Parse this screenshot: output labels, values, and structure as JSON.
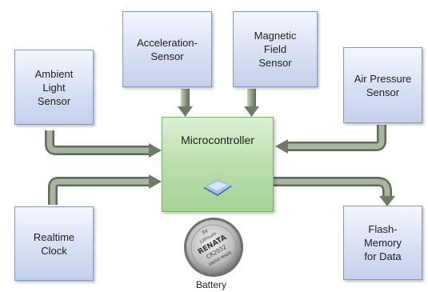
{
  "sensors": {
    "ambient_light": "Ambient\nLight\nSensor",
    "acceleration": "Acceleration-\nSensor",
    "magnetic_field": "Magnetic\nField\nSensor",
    "air_pressure": "Air Pressure\nSensor",
    "realtime_clock": "Realtime\nClock",
    "flash_memory": "Flash-\nMemory\nfor Data"
  },
  "microcontroller": {
    "label": "Microcontroller"
  },
  "battery": {
    "label": "Battery",
    "coin_text": [
      "3V",
      "Lithium",
      "RENATA",
      "CR2032",
      "SWISS MADE"
    ]
  },
  "colors": {
    "sensor_fill": "#c5d1ec",
    "sensor_border": "#8797b6",
    "microcontroller_fill": "#b9dda9",
    "arrow_fill": "#9aa88f",
    "arrow_dark": "#5a6a55"
  }
}
